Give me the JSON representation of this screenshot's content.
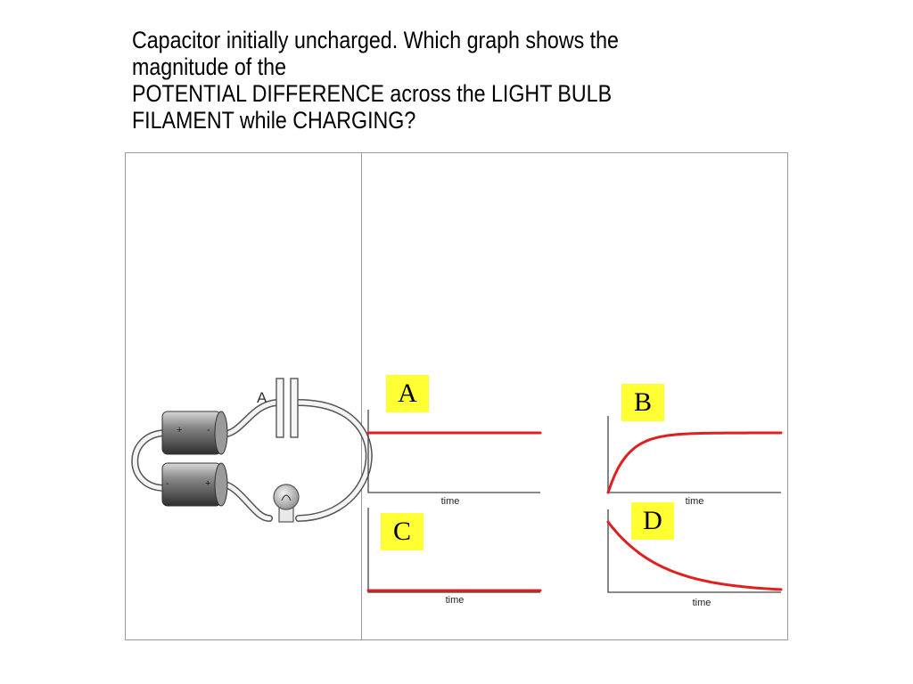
{
  "question": {
    "lines": [
      "Capacitor initially uncharged. Which graph shows the",
      "magnitude of the",
      "POTENTIAL DIFFERENCE across the LIGHT BULB",
      "FILAMENT while CHARGING?"
    ]
  },
  "circuit": {
    "capacitor_label": "A",
    "battery_top_terminals": [
      "+",
      "-"
    ],
    "battery_bottom_terminals": [
      "-",
      "+"
    ]
  },
  "graphs": [
    {
      "id": "A",
      "option_label": "A",
      "x_label": "time",
      "curve": "constant-high"
    },
    {
      "id": "B",
      "option_label": "B",
      "x_label": "time",
      "curve": "rising-to-plateau"
    },
    {
      "id": "C",
      "option_label": "C",
      "x_label": "time",
      "curve": "constant-zero"
    },
    {
      "id": "D",
      "option_label": "D",
      "x_label": "time",
      "curve": "decaying-from-max"
    }
  ],
  "colors": {
    "curve": "#e02020",
    "tag_background": "#ffff33",
    "frame": "#9a9a9a"
  }
}
